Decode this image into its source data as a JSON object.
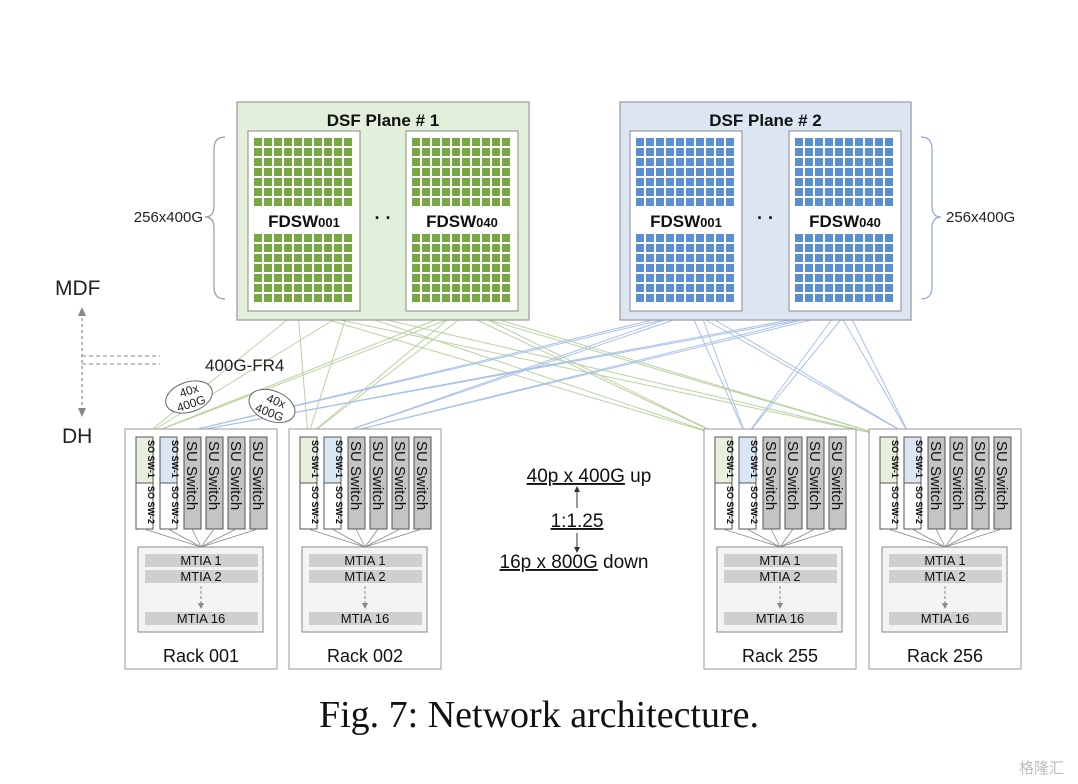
{
  "planes": [
    {
      "title": "DSF Plane # 1",
      "theme": "green",
      "switch_left": {
        "name": "FDSW",
        "sub": "001"
      },
      "switch_right": {
        "name": "FDSW",
        "sub": "040"
      },
      "ellipsis": "· ·",
      "bracket_label": "256x400G"
    },
    {
      "title": "DSF Plane # 2",
      "theme": "blue",
      "switch_left": {
        "name": "FDSW",
        "sub": "001"
      },
      "switch_right": {
        "name": "FDSW",
        "sub": "040"
      },
      "ellipsis": "· ·",
      "bracket_label": "256x400G"
    }
  ],
  "layers": {
    "mdf": "MDF",
    "dh": "DH"
  },
  "link_label": "400G-FR4",
  "bundle_labels": [
    "40x\n400G",
    "40x\n400G"
  ],
  "racks": [
    {
      "label": "Rack 001"
    },
    {
      "label": "Rack 002"
    },
    {
      "label": "Rack 255"
    },
    {
      "label": "Rack 256"
    }
  ],
  "rack_switches": {
    "so1": "SO SW-1",
    "so2": "SO SW-2",
    "su": "SU Switch"
  },
  "mtia": {
    "first": "MTIA 1",
    "second": "MTIA 2",
    "last": "MTIA 16"
  },
  "ratio": {
    "up_underlined": "40p x 400G",
    "up_suffix": " up",
    "ratio": "1:1.25",
    "down_underlined": "16p x 800G",
    "down_suffix": " down"
  },
  "caption": "Fig. 7: Network architecture.",
  "watermark": "格隆汇",
  "colors": {
    "green_bg": "#e2efda",
    "green_cell": "#77a843",
    "green_line": "#b9d3a0",
    "blue_bg": "#dce6f2",
    "blue_cell": "#5b8fd4",
    "blue_line": "#a9c2e8",
    "so_green": "#e7f0dc",
    "so_blue": "#dbe6f4",
    "su_gray": "#c4c4c4",
    "mtia_gray": "#cfcfcf"
  }
}
